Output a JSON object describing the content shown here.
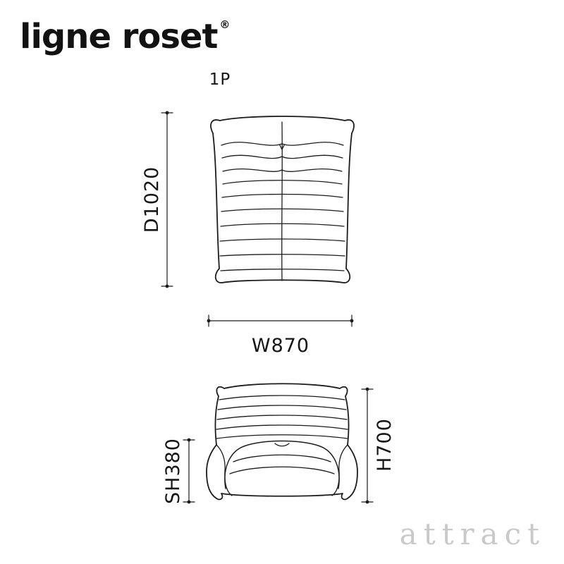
{
  "colors": {
    "line": "#1c1c1c",
    "watermark": "#c9c9c9"
  },
  "logo": {
    "text": "ligne roset",
    "registered": "®"
  },
  "diagram": {
    "variant_label": "1P",
    "dimensions": {
      "depth": "D1020",
      "width": "W870",
      "height": "H700",
      "seat_height": "SH380"
    }
  },
  "watermark": {
    "text": "attract"
  }
}
